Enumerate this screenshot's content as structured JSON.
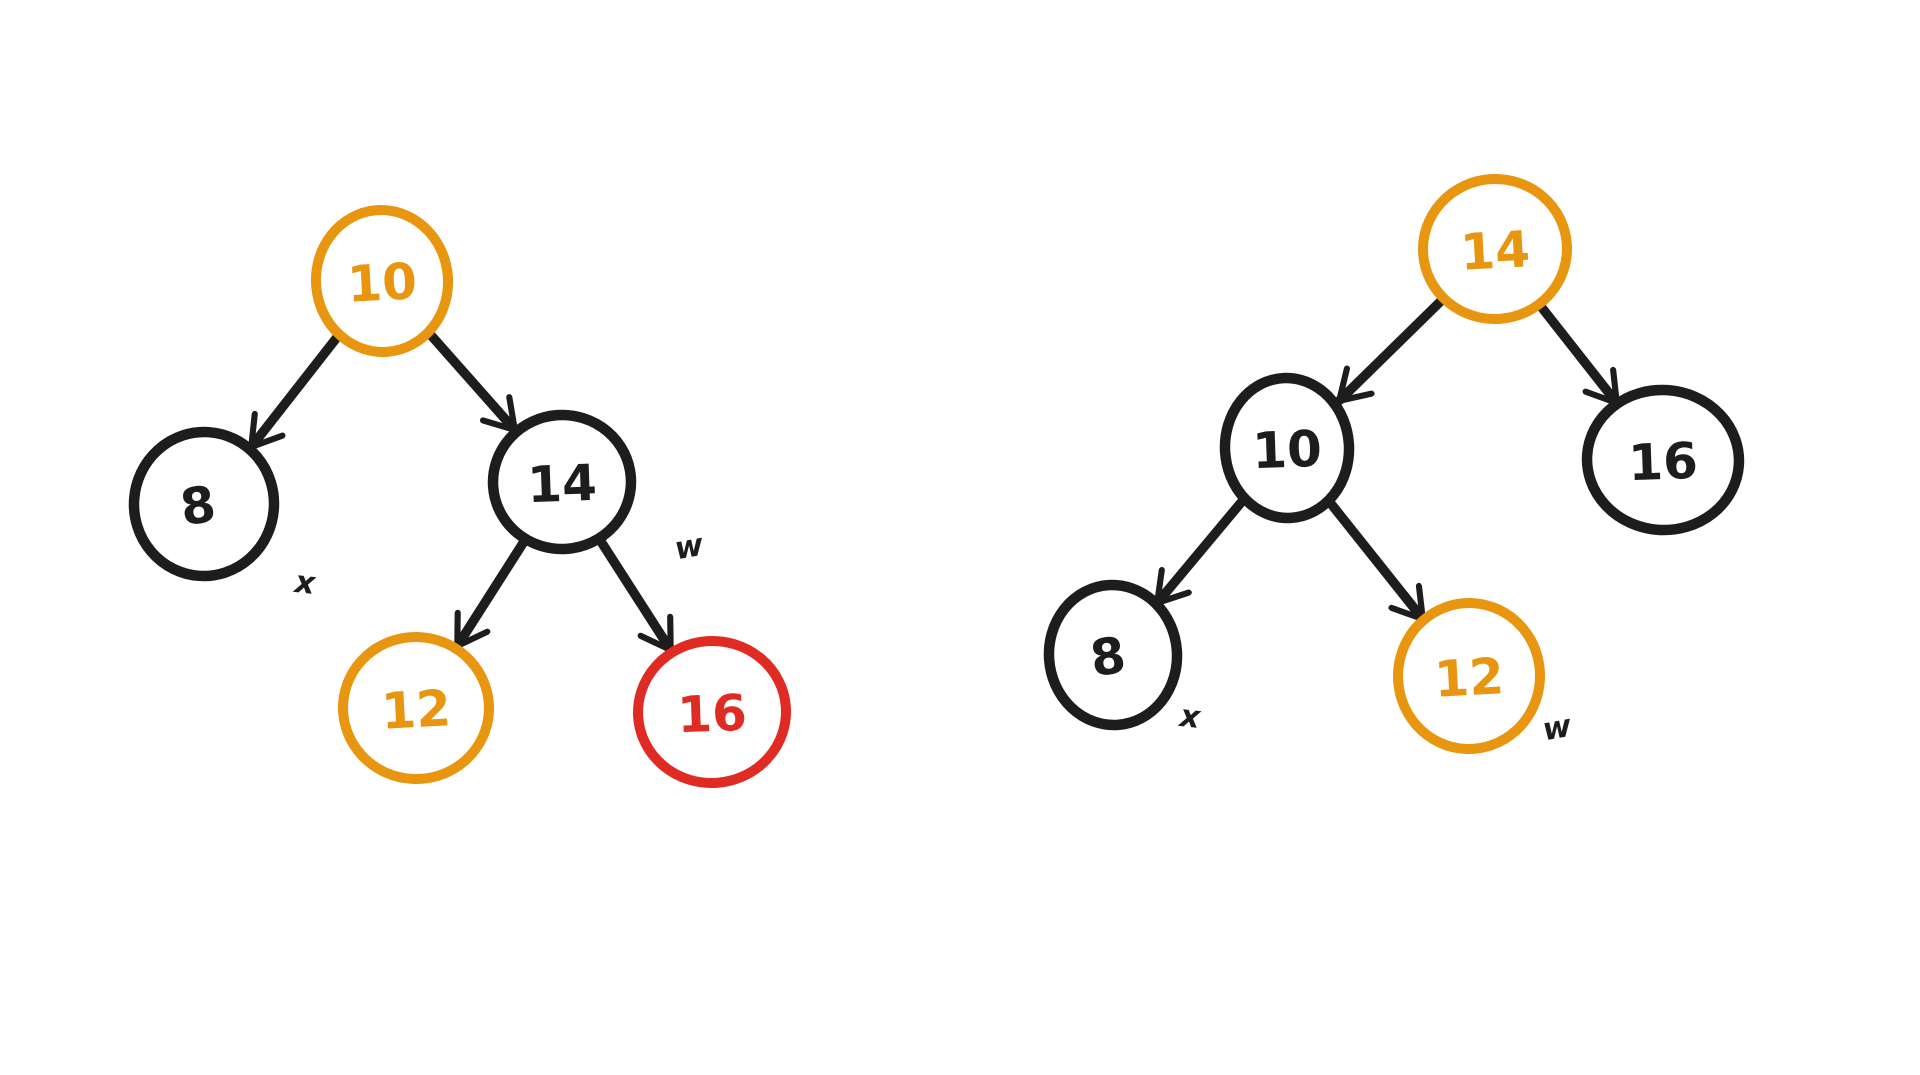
{
  "palette": {
    "orange": "#E8950F",
    "red": "#DF2B24",
    "ink": "#1D1D1D",
    "background": "#FFFFFF"
  },
  "left_tree": {
    "root": {
      "value": "10",
      "color": "orange"
    },
    "left_child": {
      "value": "8",
      "color": "black"
    },
    "right_child": {
      "value": "14",
      "color": "black"
    },
    "right_left_child": {
      "value": "12",
      "color": "orange"
    },
    "right_right_child": {
      "value": "16",
      "color": "red"
    },
    "subtree_label_left": "x",
    "subtree_label_right": "w",
    "edges": [
      {
        "from": "10",
        "to": "8"
      },
      {
        "from": "10",
        "to": "14"
      },
      {
        "from": "14",
        "to": "12"
      },
      {
        "from": "14",
        "to": "16"
      }
    ]
  },
  "right_tree": {
    "root": {
      "value": "14",
      "color": "orange"
    },
    "left_child": {
      "value": "10",
      "color": "black"
    },
    "right_child": {
      "value": "16",
      "color": "black"
    },
    "left_left_child": {
      "value": "8",
      "color": "black"
    },
    "left_right_child": {
      "value": "12",
      "color": "orange"
    },
    "subtree_label_left": "x",
    "subtree_label_right": "w",
    "edges": [
      {
        "from": "14",
        "to": "10"
      },
      {
        "from": "14",
        "to": "16"
      },
      {
        "from": "10",
        "to": "8"
      },
      {
        "from": "10",
        "to": "12"
      }
    ]
  }
}
